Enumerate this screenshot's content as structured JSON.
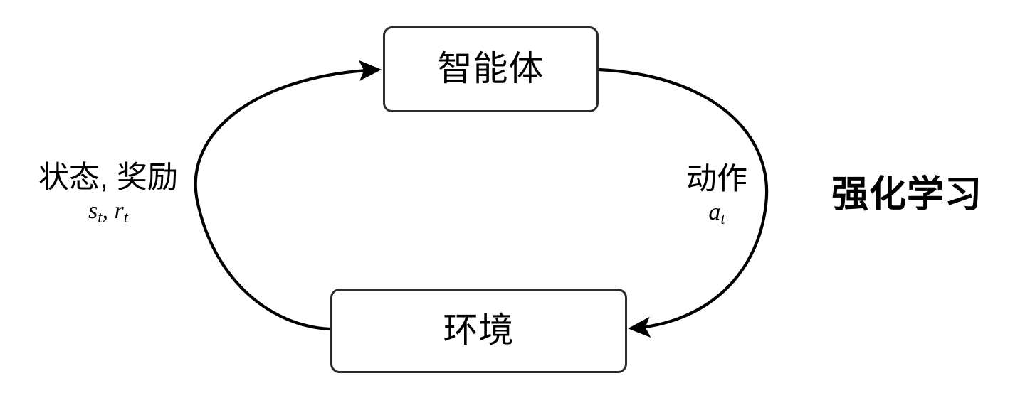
{
  "diagram": {
    "title": "强化学习",
    "background_color": "#ffffff",
    "stroke_color": "#000000",
    "box_border_color": "#2b2b2b",
    "nodes": [
      {
        "id": "agent",
        "label": "智能体"
      },
      {
        "id": "environment",
        "label": "环境"
      }
    ],
    "edges": [
      {
        "id": "environment-to-agent",
        "from": "environment",
        "to": "agent",
        "cjk_label": "状态, 奖励",
        "math_base_1": "s",
        "math_sub_1": "t",
        "math_separator": ", ",
        "math_base_2": "r",
        "math_sub_2": "t"
      },
      {
        "id": "agent-to-environment",
        "from": "agent",
        "to": "environment",
        "cjk_label": "动作",
        "math_base_1": "a",
        "math_sub_1": "t"
      }
    ]
  }
}
